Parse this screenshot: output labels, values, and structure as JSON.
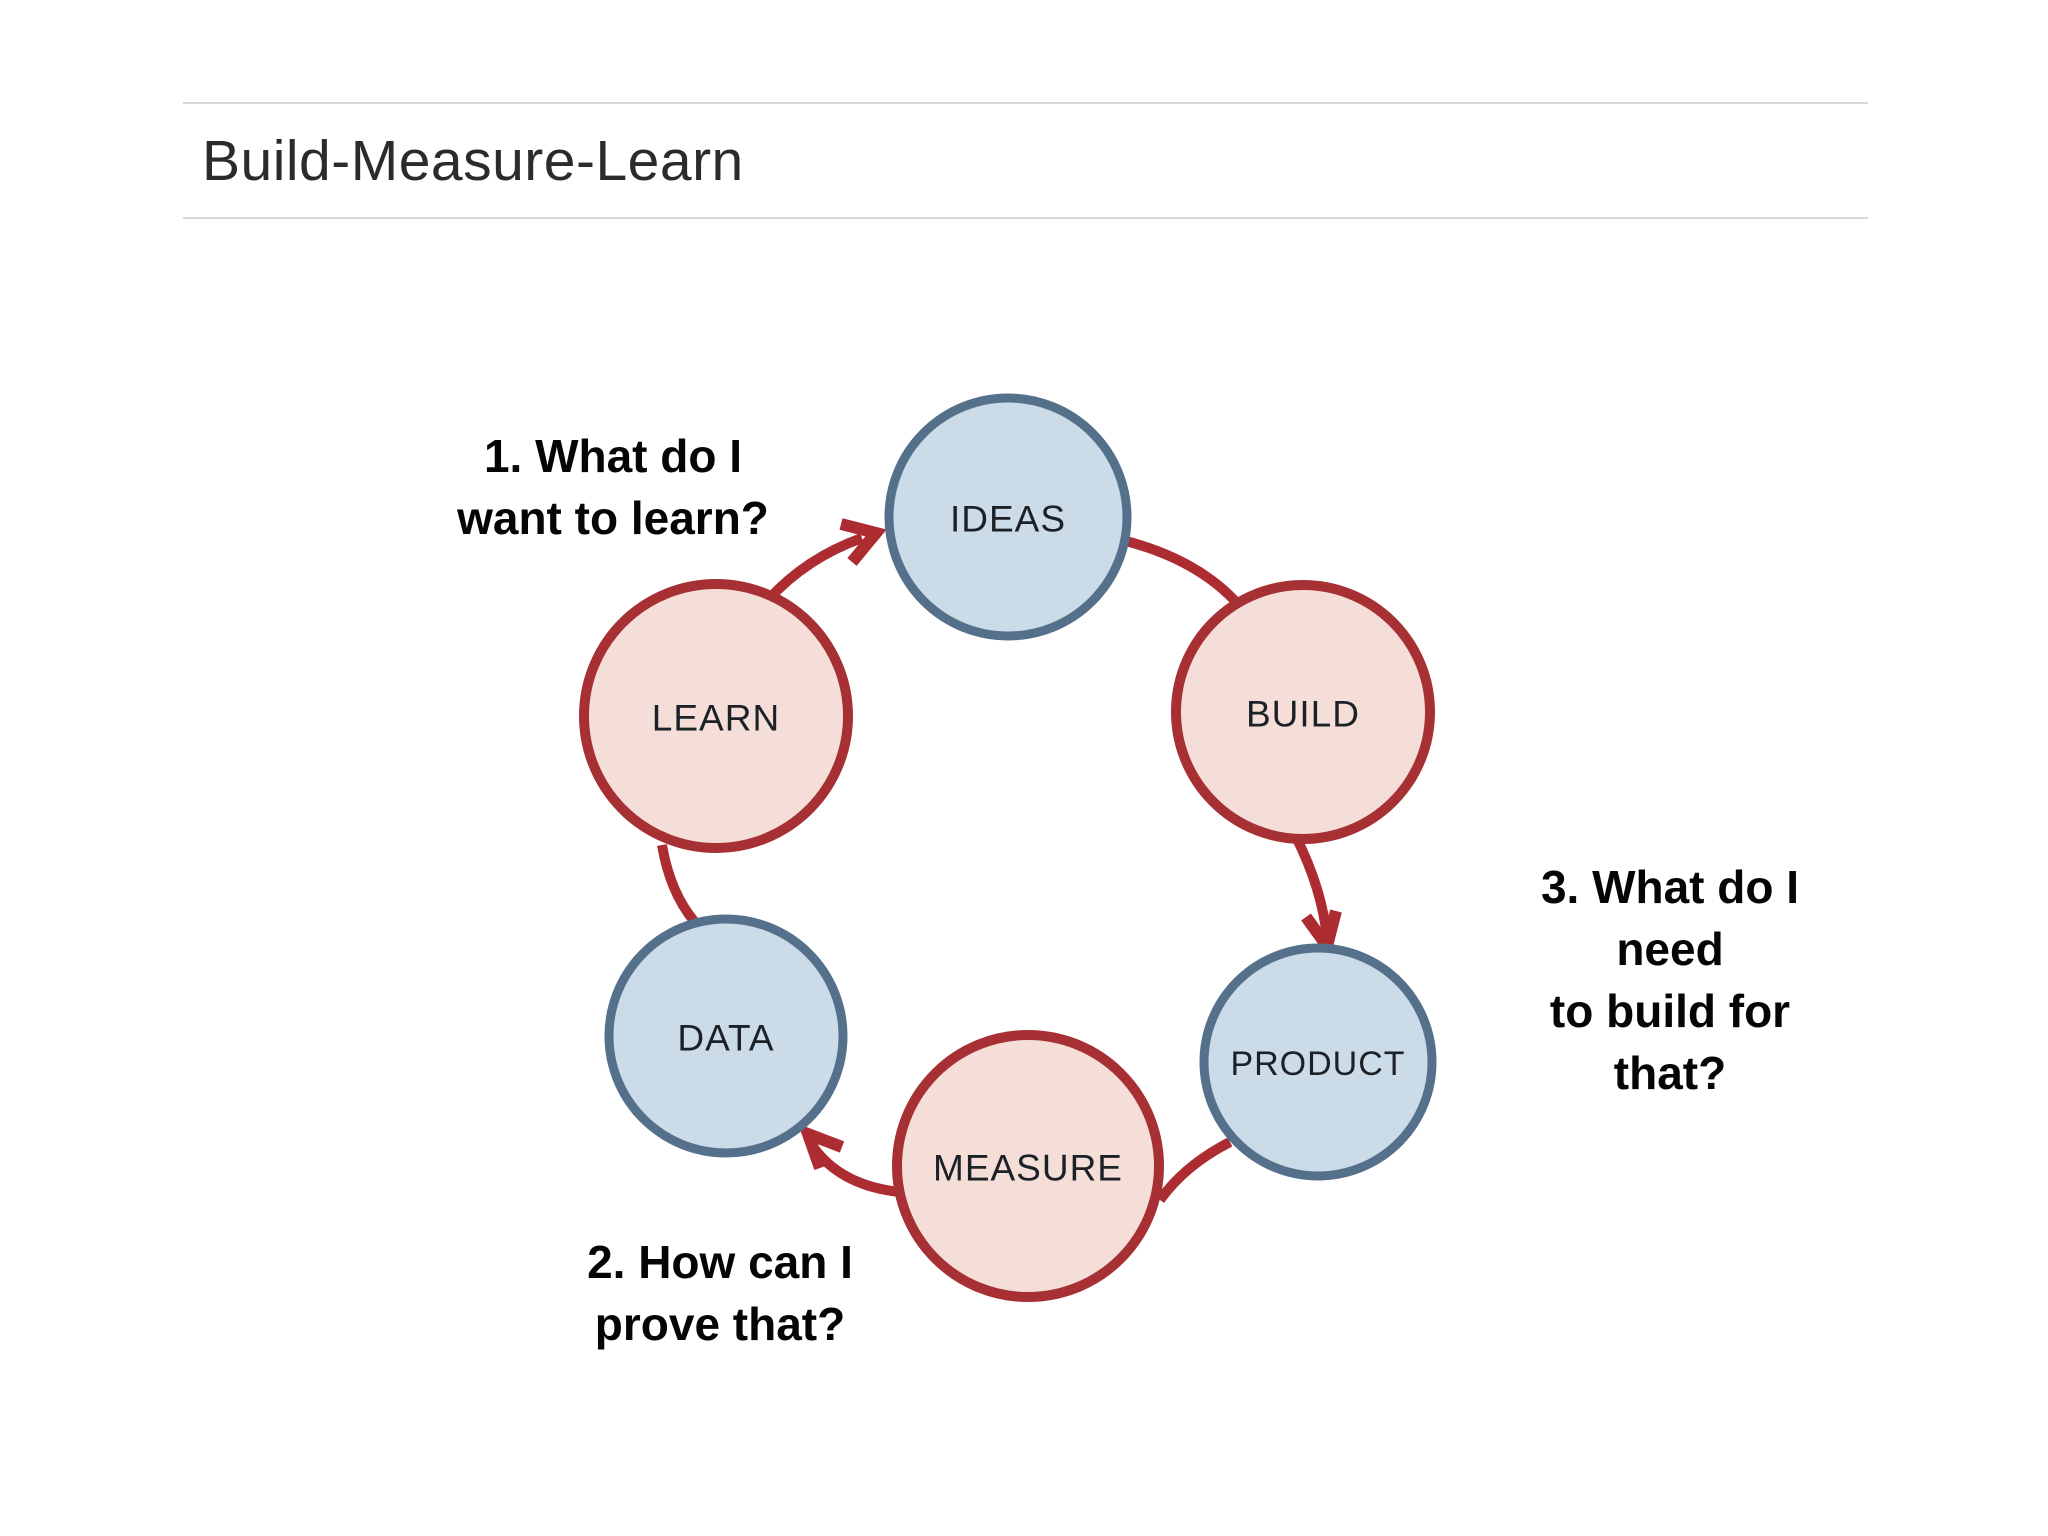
{
  "title": "Build-Measure-Learn",
  "colors": {
    "background": "#ffffff",
    "title_text": "#2b2b2b",
    "divider_rule": "#d8d8d8",
    "node_blue_fill": "#cbdce8",
    "node_blue_border": "#55708b",
    "node_red_fill": "#f5ded8",
    "node_red_border": "#a63034",
    "arrow": "#ad2c32",
    "node_label_text": "#1c2127",
    "annotation_text": "#050505"
  },
  "diagram": {
    "description": "Build-Measure-Learn feedback loop cycle",
    "cycle_order": [
      "IDEAS",
      "BUILD",
      "PRODUCT",
      "MEASURE",
      "DATA",
      "LEARN"
    ],
    "nodes": [
      {
        "id": "ideas",
        "label": "IDEAS",
        "style": "blue"
      },
      {
        "id": "build",
        "label": "BUILD",
        "style": "red"
      },
      {
        "id": "product",
        "label": "PRODUCT",
        "style": "blue"
      },
      {
        "id": "measure",
        "label": "MEASURE",
        "style": "red"
      },
      {
        "id": "data",
        "label": "DATA",
        "style": "blue"
      },
      {
        "id": "learn",
        "label": "LEARN",
        "style": "red"
      }
    ],
    "annotations": [
      {
        "id": "q1",
        "text": "1. What do I\nwant to learn?"
      },
      {
        "id": "q2",
        "text": "2. How can I\nprove that?"
      },
      {
        "id": "q3",
        "text": "3. What do I\nneed\nto build for\nthat?"
      }
    ]
  }
}
